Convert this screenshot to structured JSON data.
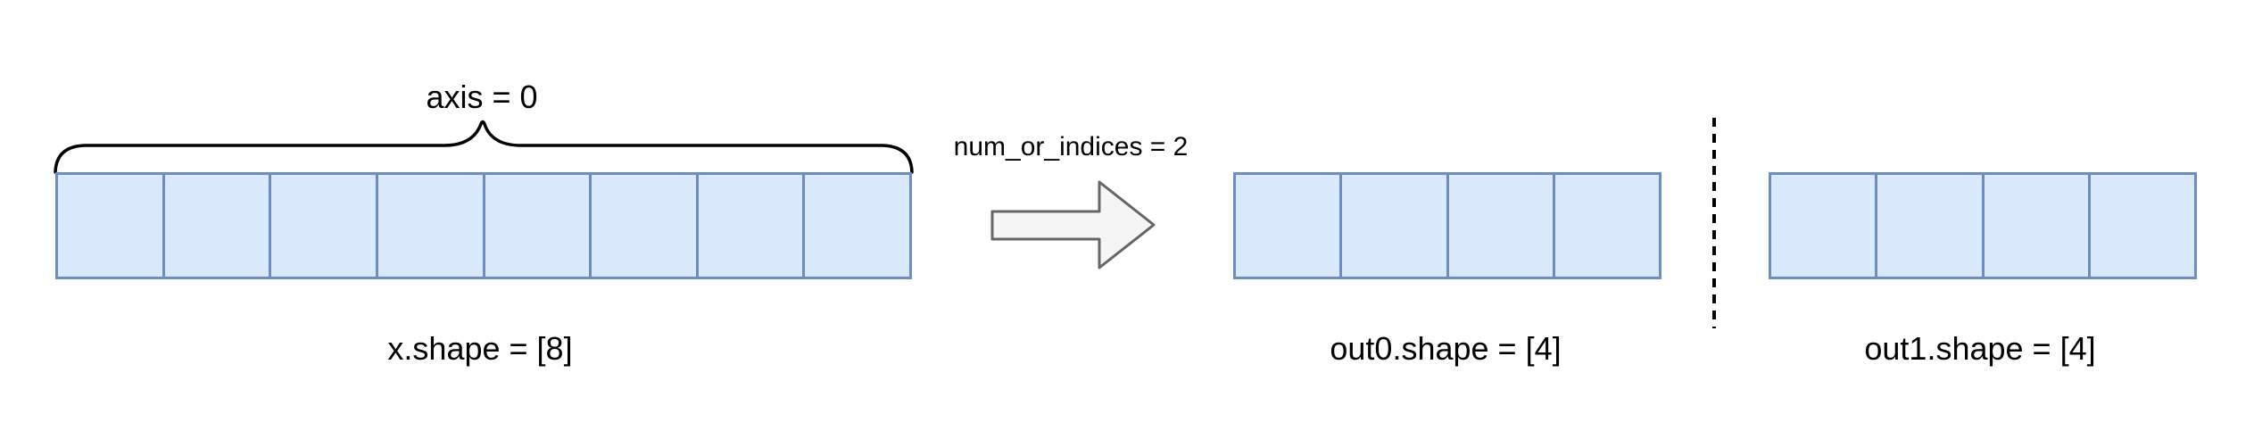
{
  "labels": {
    "axis": "axis = 0",
    "num_or_indices": "num_or_indices = 2",
    "x_shape": "x.shape = [8]",
    "out0_shape": "out0.shape = [4]",
    "out1_shape": "out1.shape = [4]"
  },
  "arrays": {
    "x": {
      "cells": 8
    },
    "out0": {
      "cells": 4
    },
    "out1": {
      "cells": 4
    }
  },
  "colors": {
    "background": "#ffffff",
    "cell_fill": "#dae8fc",
    "cell_border": "#6c8ebf",
    "arrow_fill": "#f5f5f5",
    "arrow_border": "#666666",
    "brace": "#000000",
    "divider": "#000000",
    "text": "#000000"
  }
}
